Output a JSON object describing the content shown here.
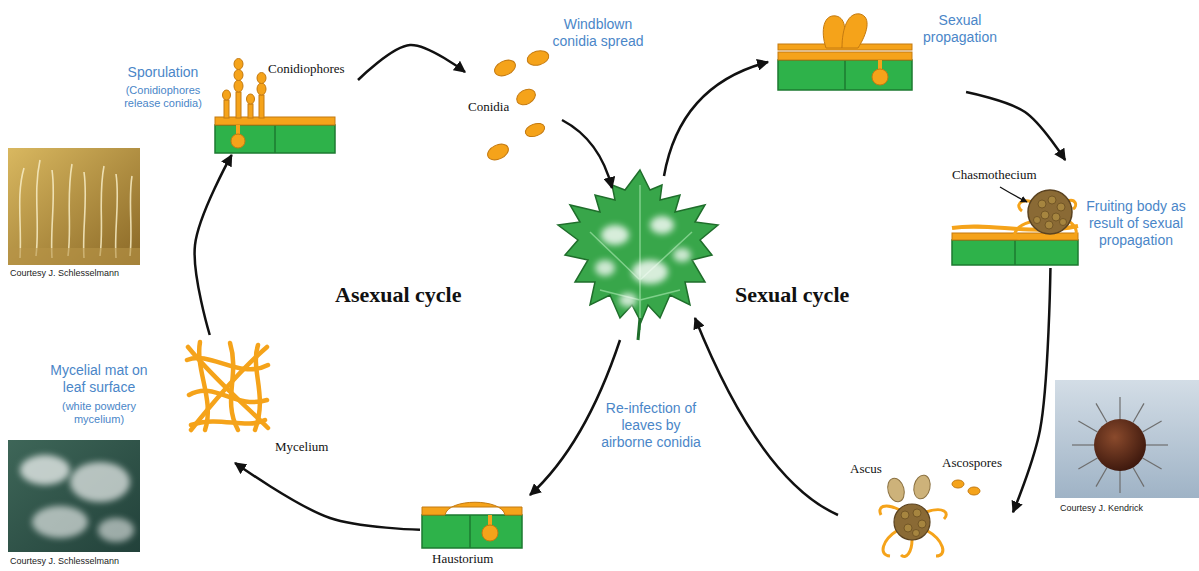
{
  "diagram": {
    "nodes": [
      {
        "text": [
          "Sporulation",
          "(Conidiophores release conidia)",
          "Conidiophores"
        ]
      },
      {
        "text": [
          "Windblown conidia spread",
          "Conidia"
        ]
      },
      {
        "text": [
          "Sexual propagation"
        ]
      },
      {
        "text": [
          "Fruiting body as result of sexual propagation",
          "Chasmothecium"
        ]
      },
      {
        "text": [
          "Ascus",
          "Ascospores"
        ]
      },
      {
        "text": [
          "Re-infection of leaves by airborne conidia",
          "Haustorium"
        ]
      },
      {
        "text": [
          "Mycelial mat on leaf surface",
          "(white powdery mycelium)",
          "Mycelium"
        ]
      }
    ],
    "edges": [
      {
        "from": 0,
        "to": 1,
        "arrow": "to"
      },
      {
        "from": 2,
        "to": 3,
        "arrow": "to"
      },
      {
        "from": 3,
        "to": 4,
        "arrow": "to"
      },
      {
        "from": 5,
        "to": 6,
        "arrow": "to"
      },
      {
        "from": 6,
        "to": 0,
        "arrow": "to"
      }
    ],
    "labels": [
      "Courtesy J. Schlesselmann",
      "Asexual cycle",
      "Sexual cycle",
      "Courtesy J. Kendrick",
      "Courtesy J. Schlesselmann"
    ]
  }
}
